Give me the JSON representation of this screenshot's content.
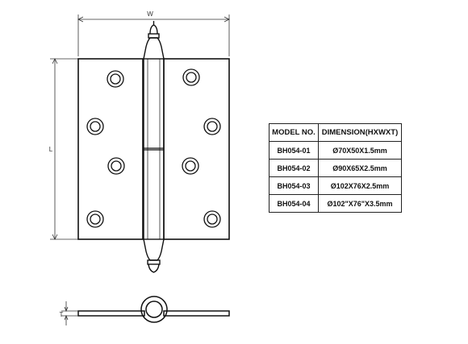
{
  "drawing": {
    "dim_width_label": "W",
    "dim_height_label": "L",
    "dim_thickness_label": "T"
  },
  "spec_table": {
    "headers": [
      "MODEL NO.",
      "DIMENSION(HXWXT)"
    ],
    "rows": [
      [
        "BH054-01",
        "Ø70X50X1.5mm"
      ],
      [
        "BH054-02",
        "Ø90X65X2.5mm"
      ],
      [
        "BH054-03",
        "Ø102X76X2.5mm"
      ],
      [
        "BH054-04",
        "Ø102\"X76\"X3.5mm"
      ]
    ]
  }
}
